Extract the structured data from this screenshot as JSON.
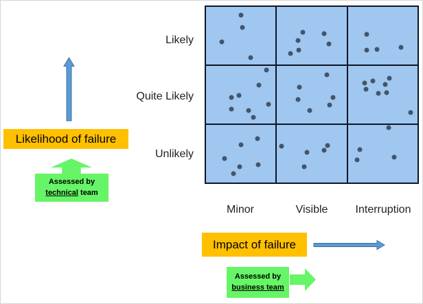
{
  "matrix": {
    "row_labels": [
      "Likely",
      "Quite Likely",
      "Unlikely"
    ],
    "col_labels": [
      "Minor",
      "Visible",
      "Interruption"
    ],
    "cells": [
      {
        "row": "Likely",
        "col": "Minor",
        "dots": [
          [
            53,
            14
          ],
          [
            55,
            32
          ],
          [
            25,
            53
          ],
          [
            67,
            76
          ]
        ]
      },
      {
        "row": "Likely",
        "col": "Visible",
        "dots": [
          [
            143,
            39
          ],
          [
            174,
            41
          ],
          [
            136,
            51
          ],
          [
            181,
            56
          ],
          [
            137,
            65
          ],
          [
            125,
            70
          ]
        ]
      },
      {
        "row": "Likely",
        "col": "Interruption",
        "dots": [
          [
            236,
            42
          ],
          [
            286,
            61
          ],
          [
            251,
            64
          ],
          [
            236,
            65
          ]
        ]
      },
      {
        "row": "Quite Likely",
        "col": "Minor",
        "dots": [
          [
            90,
            94
          ],
          [
            79,
            116
          ],
          [
            50,
            131
          ],
          [
            39,
            134
          ],
          [
            93,
            144
          ],
          [
            39,
            151
          ],
          [
            64,
            153
          ],
          [
            71,
            163
          ]
        ]
      },
      {
        "row": "Quite Likely",
        "col": "Visible",
        "dots": [
          [
            178,
            101
          ],
          [
            138,
            119
          ],
          [
            187,
            134
          ],
          [
            136,
            137
          ],
          [
            182,
            145
          ],
          [
            153,
            153
          ]
        ]
      },
      {
        "row": "Quite Likely",
        "col": "Interruption",
        "dots": [
          [
            269,
            106
          ],
          [
            245,
            110
          ],
          [
            233,
            113
          ],
          [
            263,
            115
          ],
          [
            235,
            122
          ],
          [
            253,
            128
          ],
          [
            265,
            127
          ],
          [
            300,
            156
          ]
        ]
      },
      {
        "row": "Unlikely",
        "col": "Minor",
        "dots": [
          [
            77,
            194
          ],
          [
            53,
            203
          ],
          [
            29,
            223
          ],
          [
            78,
            232
          ],
          [
            51,
            235
          ],
          [
            42,
            245
          ]
        ]
      },
      {
        "row": "Unlikely",
        "col": "Visible",
        "dots": [
          [
            112,
            205
          ],
          [
            179,
            204
          ],
          [
            174,
            211
          ],
          [
            149,
            214
          ],
          [
            145,
            235
          ]
        ]
      },
      {
        "row": "Unlikely",
        "col": "Interruption",
        "dots": [
          [
            268,
            178
          ],
          [
            226,
            210
          ],
          [
            276,
            221
          ],
          [
            222,
            225
          ]
        ]
      }
    ]
  },
  "likelihood_axis": {
    "label": "Likelihood of failure",
    "assessed_line1": "Assessed by",
    "assessed_underlined": "technical",
    "assessed_rest": " team"
  },
  "impact_axis": {
    "label": "Impact of failure",
    "assessed_line1": "Assessed by",
    "assessed_underlined": "business team",
    "assessed_rest": ""
  },
  "colors": {
    "cell_blue": "#9FC7F0",
    "grid_line": "#0D1526",
    "dot": "#44546A",
    "orange": "#FFC000",
    "green": "#66F566",
    "arrow_fill": "#5B9BD5",
    "arrow_stroke": "#41719C"
  }
}
